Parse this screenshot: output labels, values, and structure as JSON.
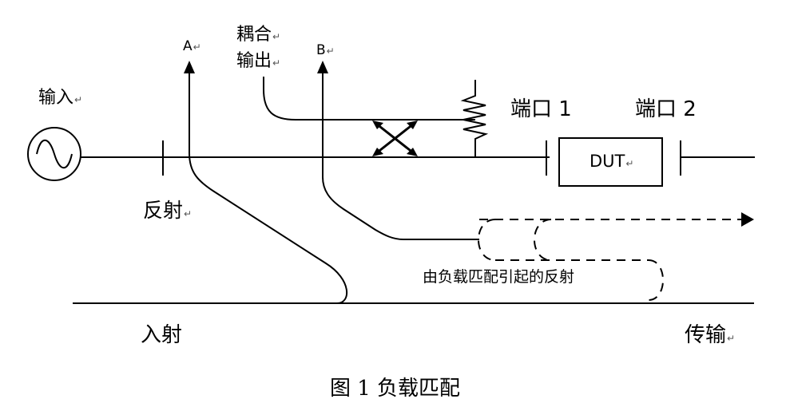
{
  "labels": {
    "input": "输入",
    "reflection": "反射",
    "point_a": "A",
    "point_b": "B",
    "coupled_output_line1": "耦合",
    "coupled_output_line2": "输出",
    "port1": "端口 1",
    "port2": "端口 2",
    "dut": "DUT",
    "load_mismatch_reflection": "由负载匹配引起的反射",
    "incident": "入射",
    "transmission": "传输"
  },
  "paragraph_mark": "↵",
  "caption": "图 1 负载匹配"
}
